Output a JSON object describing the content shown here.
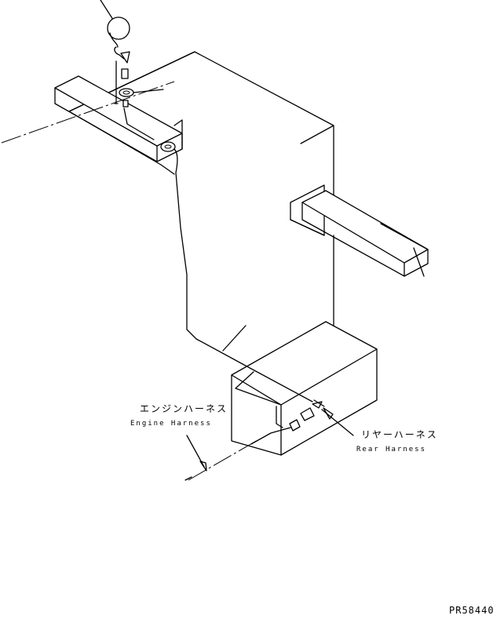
{
  "labels": {
    "engine_harness_jp": "エンジンハーネス",
    "engine_harness_en": "Engine Harness",
    "rear_harness_jp": "リヤーハーネス",
    "rear_harness_en": "Rear Harness",
    "drawing_number": "PR58440"
  },
  "colors": {
    "ink": "#000000",
    "paper": "#ffffff"
  }
}
